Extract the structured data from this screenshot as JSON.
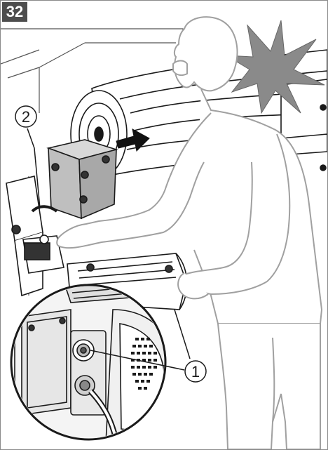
{
  "figure": {
    "number": "32",
    "callouts": [
      {
        "label": "1",
        "target": "control-knob"
      },
      {
        "label": "2",
        "target": "crank-handle"
      }
    ]
  },
  "colors": {
    "badge_bg": "#4d4d4d",
    "badge_text": "#ffffff",
    "line": "#1a1a1a",
    "hazard": "#8a8a8a",
    "arrow": "#111111",
    "frame": "#8a8a8a"
  }
}
